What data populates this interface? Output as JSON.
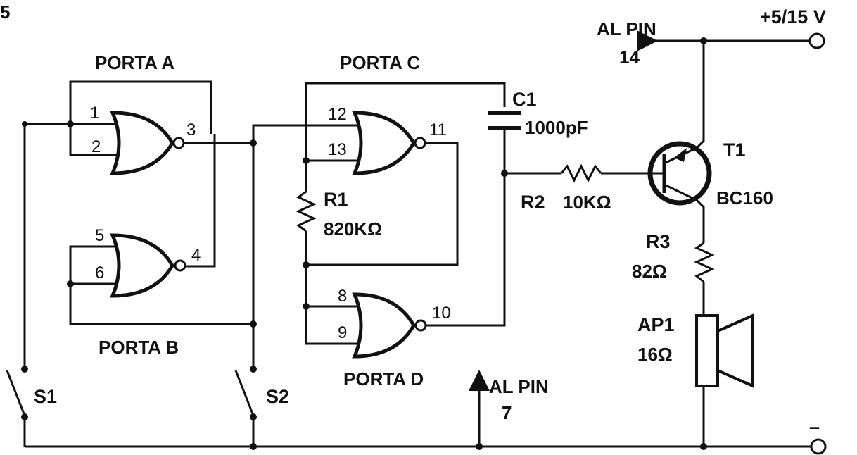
{
  "figure_index": "5",
  "gates": {
    "a": {
      "label": "PORTA A",
      "in1": "1",
      "in2": "2",
      "out": "3"
    },
    "b": {
      "label": "PORTA B",
      "in1": "5",
      "in2": "6",
      "out": "4"
    },
    "c": {
      "label": "PORTA C",
      "in1": "12",
      "in2": "13",
      "out": "11"
    },
    "d": {
      "label": "PORTA D",
      "in1": "8",
      "in2": "9",
      "out": "10"
    }
  },
  "components": {
    "c1": {
      "name": "C1",
      "value": "1000pF"
    },
    "r1": {
      "name": "R1",
      "value": "820KΩ"
    },
    "r2": {
      "name": "R2",
      "value": "10KΩ"
    },
    "r3": {
      "name": "R3",
      "value": "82Ω"
    },
    "t1": {
      "name": "T1",
      "model": "BC160"
    },
    "ap1": {
      "name": "AP1",
      "value": "16Ω"
    },
    "s1": {
      "name": "S1"
    },
    "s2": {
      "name": "S2"
    }
  },
  "supply": {
    "positive": "+5/15 V",
    "negative": "–",
    "to_pin14_text": "AL PIN",
    "to_pin14_number": "14",
    "to_pin7_text": "AL PIN",
    "to_pin7_number": "7"
  }
}
